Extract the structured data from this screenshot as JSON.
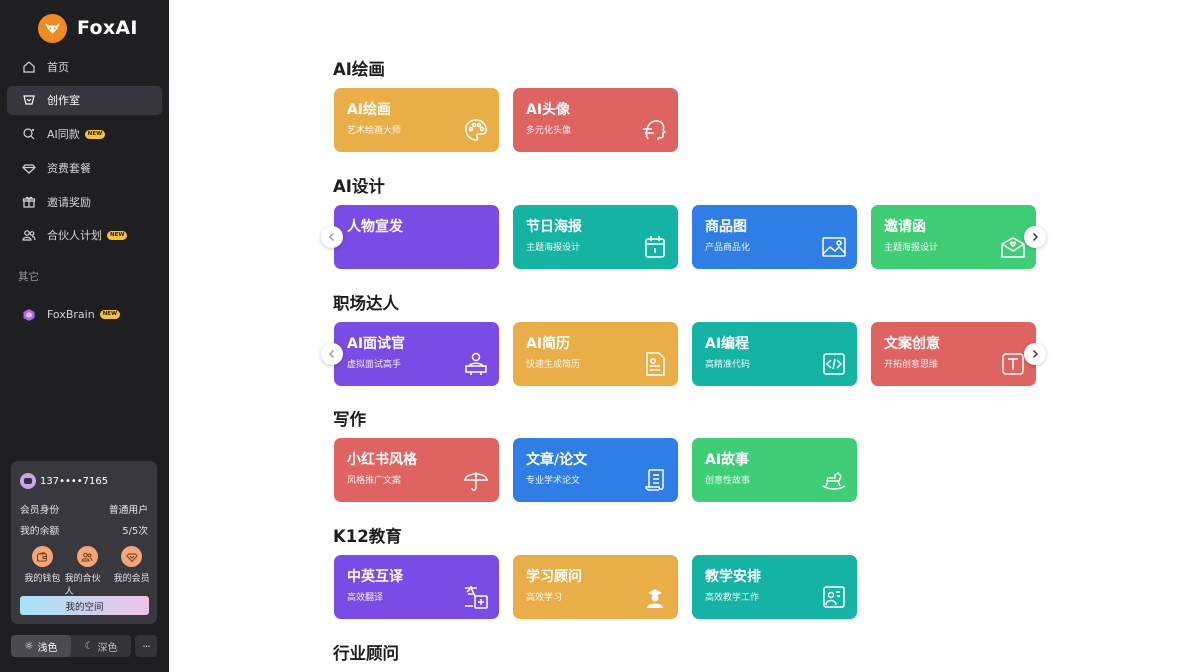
{
  "app": {
    "name": "FoxAI"
  },
  "colors": {
    "sidebar_bg": "#1f1f22",
    "orange": "#e9ae47",
    "red": "#df6361",
    "purple": "#7b4be6",
    "teal": "#14b3a3",
    "blue": "#2f7ee6",
    "green": "#3fcd76",
    "new_badge": "#f5c23a"
  },
  "nav": {
    "items": [
      {
        "label": "首页",
        "icon": "home-icon"
      },
      {
        "label": "创作室",
        "icon": "studio-icon",
        "active": true
      },
      {
        "label": "AI同款",
        "icon": "magic-icon",
        "badge": "NEW"
      },
      {
        "label": "资费套餐",
        "icon": "diamond-icon"
      },
      {
        "label": "邀请奖励",
        "icon": "gift-icon"
      },
      {
        "label": "合伙人计划",
        "icon": "partner-icon",
        "badge": "NEW"
      }
    ],
    "section_other": "其它",
    "other_items": [
      {
        "label": "FoxBrain",
        "icon": "brain-icon",
        "badge": "NEW"
      }
    ]
  },
  "user": {
    "phone": "137••••7165",
    "membership_label": "会员身份",
    "membership_value": "普通用户",
    "balance_label": "我的余额",
    "balance_value": "5/5次",
    "quick": [
      {
        "label": "我的钱包",
        "icon": "wallet-icon"
      },
      {
        "label": "我的合伙人",
        "icon": "partners-icon"
      },
      {
        "label": "我的会员",
        "icon": "member-icon"
      }
    ],
    "space_button": "我的空间"
  },
  "theme": {
    "light": "浅色",
    "dark": "深色",
    "more": "···"
  },
  "sections": [
    {
      "title": "AI绘画",
      "cards": [
        {
          "title": "AI绘画",
          "subtitle": "艺术绘画大师",
          "color": "orange",
          "icon": "palette-icon"
        },
        {
          "title": "AI头像",
          "subtitle": "多元化头像",
          "color": "red",
          "icon": "face-icon"
        }
      ]
    },
    {
      "title": "AI设计",
      "cards": [
        {
          "title": "人物宣发",
          "subtitle": "",
          "color": "purple",
          "icon": ""
        },
        {
          "title": "节日海报",
          "subtitle": "主题海报设计",
          "color": "teal",
          "icon": "calendar-icon"
        },
        {
          "title": "商品图",
          "subtitle": "产品商品化",
          "color": "blue",
          "icon": "image-icon"
        },
        {
          "title": "邀请函",
          "subtitle": "主题海报设计",
          "color": "green",
          "icon": "invitation-icon"
        }
      ]
    },
    {
      "title": "职场达人",
      "cards": [
        {
          "title": "AI面试官",
          "subtitle": "虚拟面试高手",
          "color": "purple",
          "icon": "interviewer-icon"
        },
        {
          "title": "AI简历",
          "subtitle": "快速生成简历",
          "color": "orange",
          "icon": "resume-icon"
        },
        {
          "title": "AI编程",
          "subtitle": "高精准代码",
          "color": "teal",
          "icon": "code-icon"
        },
        {
          "title": "文案创意",
          "subtitle": "开拓创意思维",
          "color": "red",
          "icon": "text-icon"
        }
      ]
    },
    {
      "title": "写作",
      "cards": [
        {
          "title": "小红书风格",
          "subtitle": "风格推广文案",
          "color": "red",
          "icon": "umbrella-icon"
        },
        {
          "title": "文章/论文",
          "subtitle": "专业学术论文",
          "color": "blue",
          "icon": "scroll-icon"
        },
        {
          "title": "AI故事",
          "subtitle": "创意性故事",
          "color": "green",
          "icon": "rocking-horse-icon"
        }
      ]
    },
    {
      "title": "K12教育",
      "cards": [
        {
          "title": "中英互译",
          "subtitle": "高效翻译",
          "color": "purple",
          "icon": "translate-icon"
        },
        {
          "title": "学习顾问",
          "subtitle": "高效学习",
          "color": "orange",
          "icon": "student-icon"
        },
        {
          "title": "教学安排",
          "subtitle": "高效教学工作",
          "color": "teal",
          "icon": "teacher-icon"
        }
      ]
    },
    {
      "title": "行业顾问",
      "cards": []
    }
  ]
}
